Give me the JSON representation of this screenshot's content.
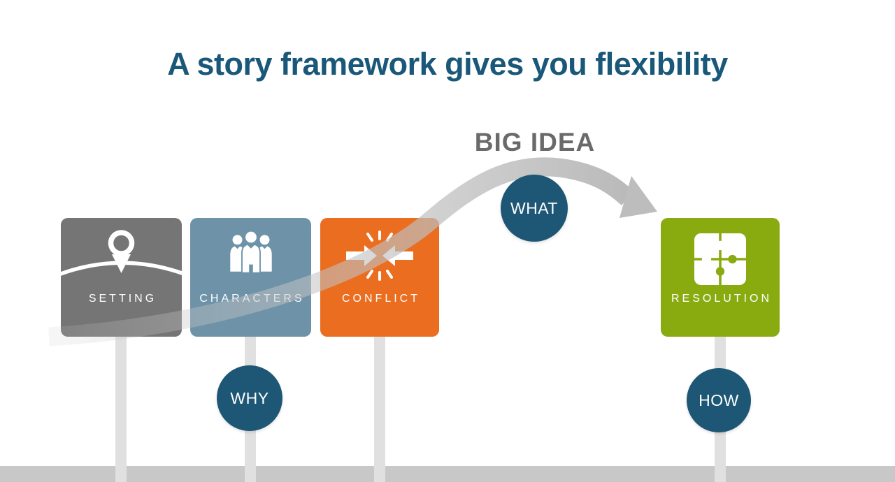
{
  "title": {
    "text": "A story framework gives you flexibility",
    "color": "#1a587a"
  },
  "arc": {
    "label": "BIG IDEA",
    "label_color": "#6a6a6a",
    "arrow_color": "#bdbdbd"
  },
  "framework_boxes": [
    {
      "label": "SETTING",
      "icon": "map-pin-icon",
      "color": "#757575"
    },
    {
      "label": "CHARACTERS",
      "icon": "people-icon",
      "color": "#6e93a8"
    },
    {
      "label": "CONFLICT",
      "icon": "colliding-arrows-icon",
      "color": "#ea6d20"
    },
    {
      "label": "RESOLUTION",
      "icon": "puzzle-icon",
      "color": "#8aab10"
    }
  ],
  "question_bubbles": [
    {
      "label": "WHAT",
      "color": "#1d5775"
    },
    {
      "label": "WHY",
      "color": "#1d5775"
    },
    {
      "label": "HOW",
      "color": "#1d5775"
    }
  ],
  "timeline": {
    "band_color": "#c8c8c8",
    "post_color": "#e0e0e0"
  }
}
